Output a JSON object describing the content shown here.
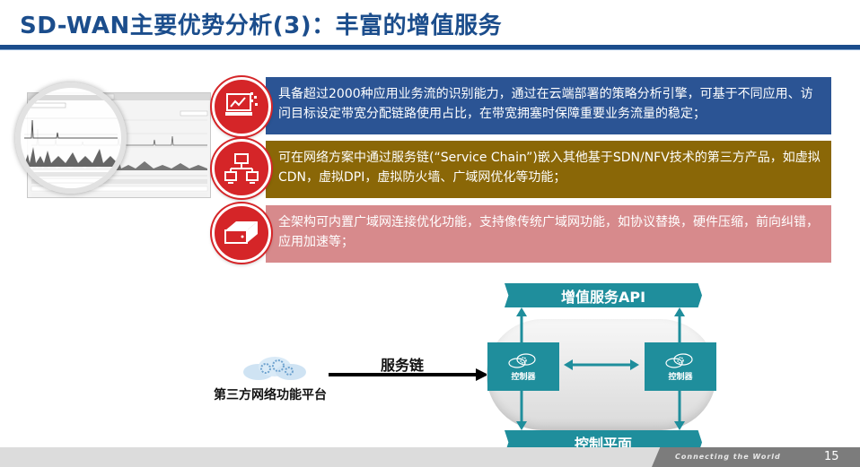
{
  "title": "SD-WAN主要优势分析(3)：丰富的增值服务",
  "features": [
    {
      "text": "具备超过2000种应用业务流的识别能力，通过在云端部署的策略分析引擎，可基于不同应用、访问目标设定带宽分配链路使用占比，在带宽拥塞时保障重要业务流量的稳定；",
      "icon": "monitor-analytics-icon",
      "color": "#2b5494"
    },
    {
      "text": "可在网络方案中通过服务链(“Service Chain”)嵌入其他基于SDN/NFV技术的第三方产品，如虚拟CDN，虚拟DPI，虚拟防火墙、广域网优化等功能；",
      "icon": "network-topology-icon",
      "color": "#8a6707"
    },
    {
      "text": "全架构可内置广域网连接优化功能，支持像传统广域网功能，如协议替换，硬件压缩，前向纠错，应用加速等；",
      "icon": "server-appliance-icon",
      "color": "#d78a8c"
    }
  ],
  "diagram": {
    "api_label": "增值服务API",
    "control_plane_label": "控制平面",
    "controller_left": "控制器",
    "controller_right": "控制器",
    "service_chain_label": "服务链",
    "third_party_label": "第三方网络功能平台"
  },
  "footer": {
    "slogan": "Connecting the World",
    "page_number": "15"
  },
  "colors": {
    "brand_blue": "#1b4d8c",
    "teal": "#1f8e9c",
    "accent_red": "#d52528"
  }
}
